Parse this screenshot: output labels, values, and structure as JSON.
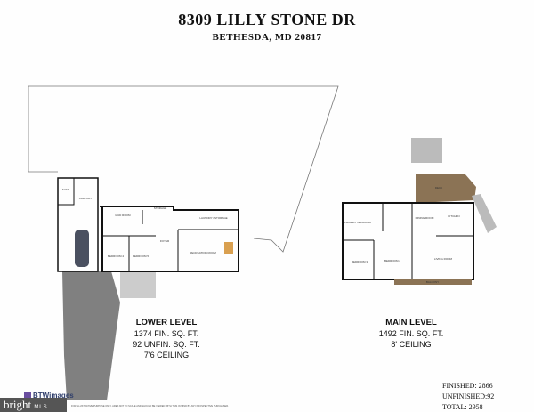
{
  "header": {
    "address": "8309 LILLY STONE DR",
    "city": "BETHESDA, MD 20817"
  },
  "lower_level": {
    "title": "LOWER LEVEL",
    "line1": "1374 FIN. SQ. FT.",
    "line2": "92 UNFIN. SQ. FT.",
    "line3": "7'6 CEILING",
    "rooms": [
      "SHED",
      "CARPORT",
      "MUD ROOM",
      "STORAGE",
      "LAUNDRY / STORAGE",
      "FOYER",
      "BEDROOM 4",
      "BEDROOM 5",
      "RECREATION ROOM"
    ]
  },
  "main_level": {
    "title": "MAIN LEVEL",
    "line1": "1492 FIN. SQ. FT.",
    "line2": "8' CEILING",
    "rooms": [
      "DECK",
      "PRIMARY BEDROOM",
      "DINING ROOM",
      "KITCHEN",
      "BEDROOM 3",
      "BEDROOM 2",
      "LIVING ROOM",
      "BALCONY"
    ]
  },
  "totals": {
    "finished": "FINISHED: 2866",
    "unfinished": "UNFINISHED:92",
    "total": "TOTAL: 2958"
  },
  "footer": {
    "logo": "BTWimages",
    "disclaimer": "FOR ILLUSTRATIVE PURPOSE ONLY. AREA NOT TO SCALE AND SHOULD BE VIEWED WITH THIS IN MIND BY ANY PROSPECTIVE PURCHASER.",
    "watermark": "bright",
    "watermark_sub": "MLS"
  },
  "colors": {
    "deck": "#8b7355",
    "driveway": "#808080",
    "car": "#4a5060"
  }
}
